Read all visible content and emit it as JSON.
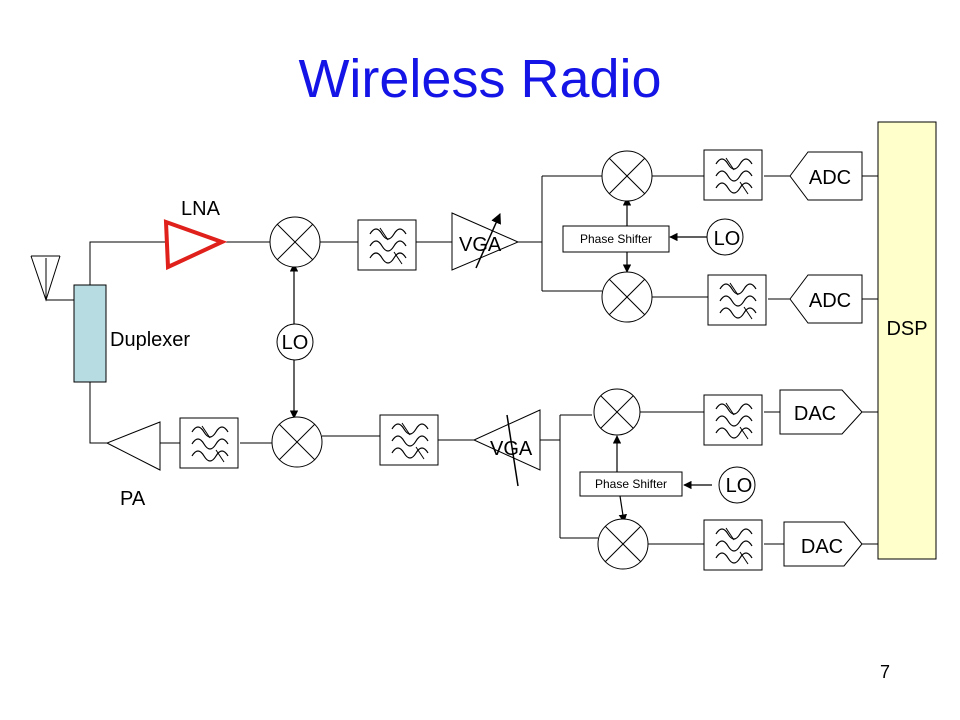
{
  "slide": {
    "title": "Wireless Radio",
    "page_number": "7"
  },
  "labels": {
    "lna": "LNA",
    "pa": "PA",
    "duplexer": "Duplexer",
    "lo": "LO",
    "vga": "VGA",
    "phase_shifter": "Phase Shifter",
    "adc": "ADC",
    "dac": "DAC",
    "dsp": "DSP"
  },
  "colors": {
    "title": "#1414e6",
    "lna": "#e0201b",
    "duplexer": "#b7dde2",
    "dsp": "#ffffcc"
  }
}
